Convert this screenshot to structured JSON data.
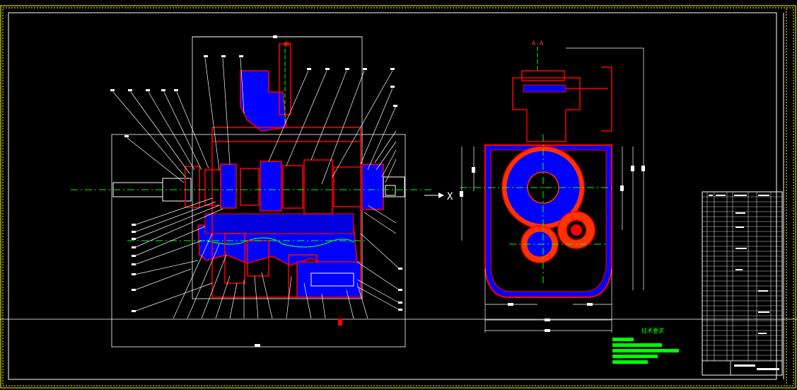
{
  "drawing": {
    "section_label_main": "X",
    "section_label_side": "A-A",
    "notes_title": "技术要求"
  },
  "colors": {
    "background": "#000000",
    "border": "#ffff00",
    "outline_white": "#ffffff",
    "part_red": "#ff0000",
    "section_blue": "#0000ff",
    "centerline_green": "#00ff00",
    "hatch_blue": "#1a1aff",
    "gear_orange": "#ff3300",
    "notes_green": "#00ff00"
  }
}
